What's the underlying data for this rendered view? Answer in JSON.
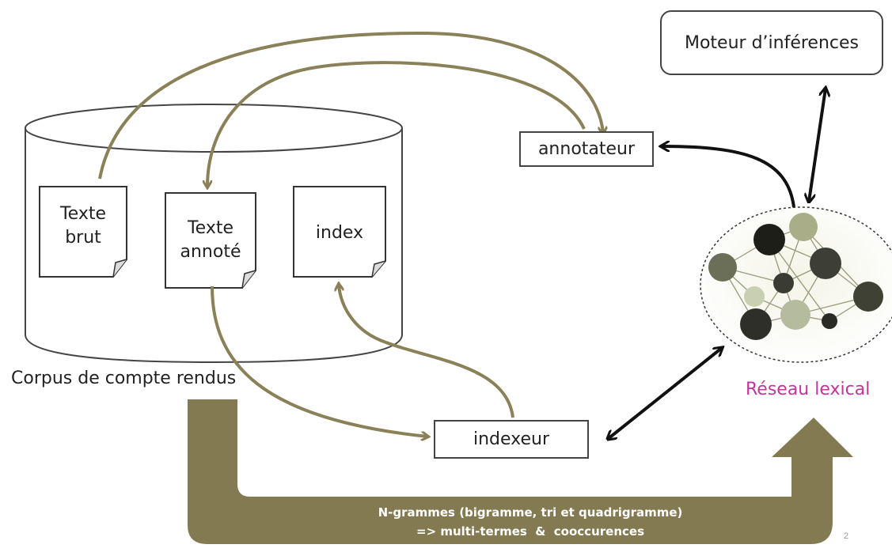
{
  "diagram": {
    "corpus_label": "Corpus de compte rendus",
    "documents": [
      {
        "id": "texte-brut",
        "lines": [
          "Texte",
          "brut"
        ]
      },
      {
        "id": "texte-annote",
        "lines": [
          "Texte",
          "annoté"
        ]
      },
      {
        "id": "index",
        "lines": [
          "index"
        ]
      }
    ],
    "boxes": {
      "moteur": "Moteur d’inférences",
      "annotateur": "annotateur",
      "indexeur": "indexeur"
    },
    "network_label": "Réseau lexical",
    "band_text": [
      "N-grammes (bigramme, tri et quadrigramme)",
      "=> multi-termes  &  cooccurences"
    ],
    "page_number": "2"
  },
  "colors": {
    "olive": "#8a8158",
    "olive_dark": "#7a7048",
    "band": "#837a52",
    "magenta": "#c0379b",
    "arrow_black": "#111111"
  }
}
